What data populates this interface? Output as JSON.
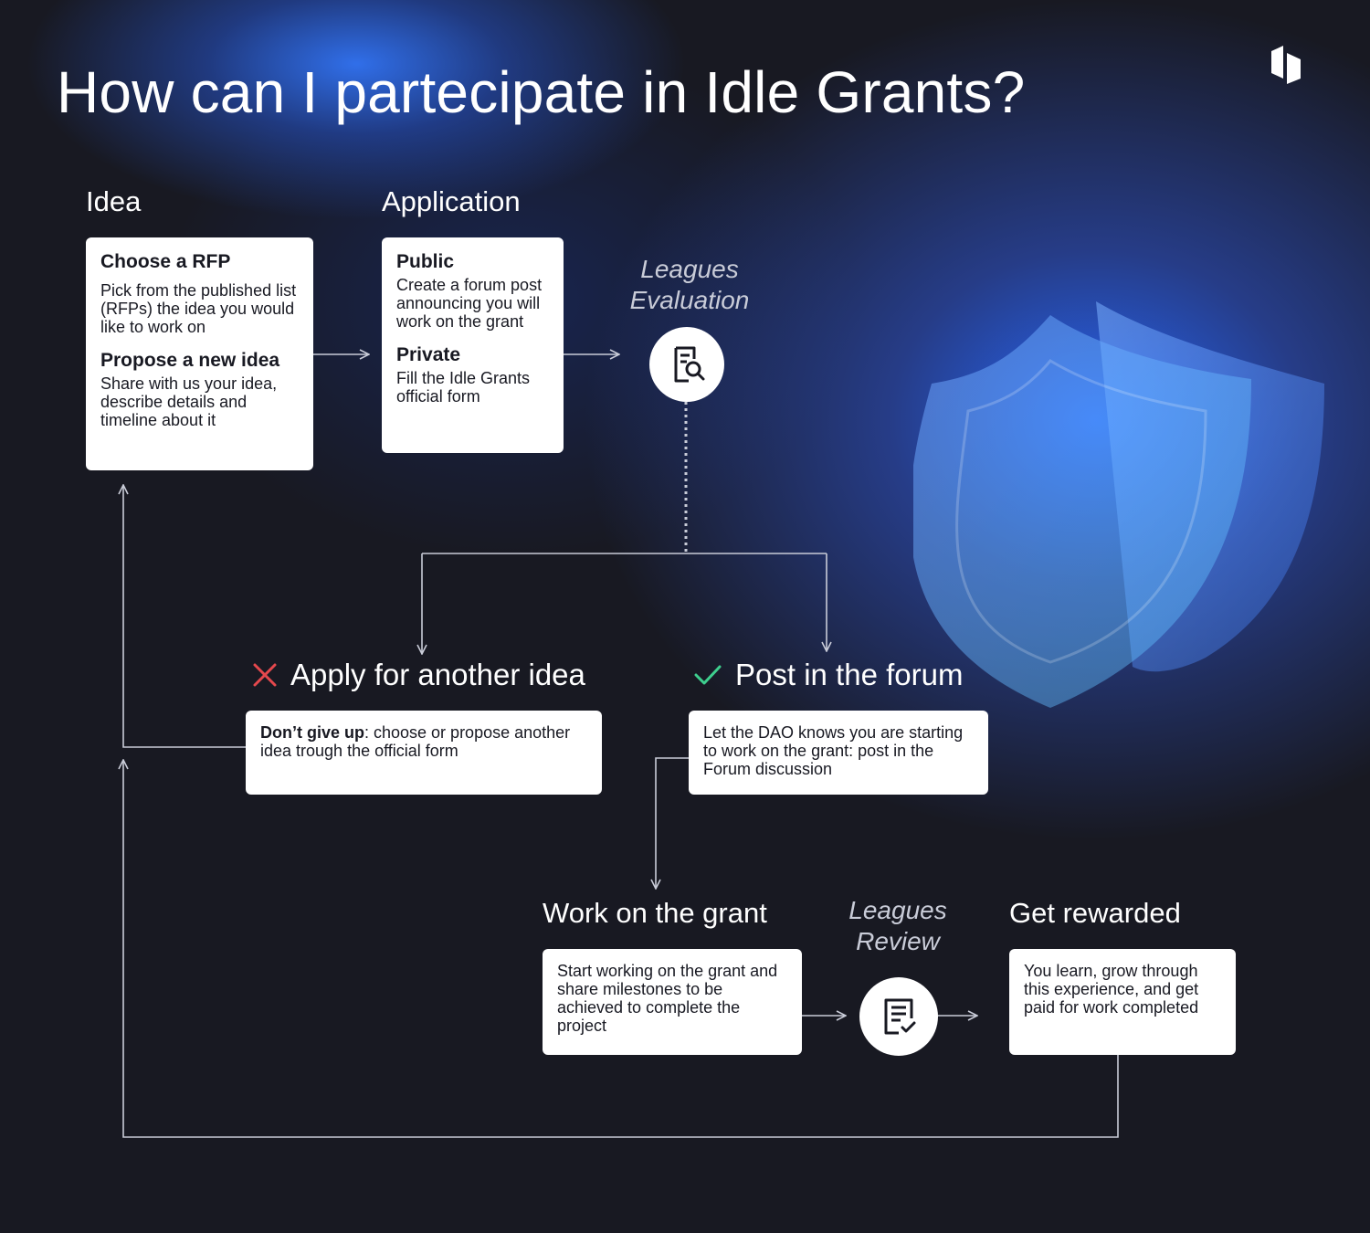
{
  "title": "How can I partecipate in Idle Grants?",
  "logo": {
    "icon": "idle-logo-icon"
  },
  "idea": {
    "heading": "Idea",
    "option1_title": "Choose a RFP",
    "option1_text": "Pick from the published list (RFPs) the idea you would like to work on",
    "option2_title": "Propose a new idea",
    "option2_text": "Share with us your idea, describe details and timeline about it"
  },
  "application": {
    "heading": "Application",
    "option1_title": "Public",
    "option1_text": "Create a forum post announcing you will work on the grant",
    "option2_title": "Private",
    "option2_text": "Fill the Idle Grants official form"
  },
  "evaluation": {
    "line1": "Leagues",
    "line2": "Evaluation",
    "icon": "document-search-icon"
  },
  "reject": {
    "icon": "x-icon",
    "icon_color": "#e5484d",
    "heading": "Apply for another idea",
    "text_bold": "Don’t give up",
    "text_rest": ": choose or propose another idea trough the official form"
  },
  "accept": {
    "icon": "check-icon",
    "icon_color": "#3ecf8e",
    "heading": "Post in the forum",
    "text": "Let the DAO knows you are starting to work on the grant: post in the Forum discussion"
  },
  "work": {
    "heading": "Work on the grant",
    "text": "Start working on the grant and share milestones to be achieved to complete the project"
  },
  "review": {
    "line1": "Leagues",
    "line2": "Review",
    "icon": "document-check-icon"
  },
  "reward": {
    "heading": "Get rewarded",
    "text": "You learn, grow through this experience, and get paid for work completed"
  },
  "colors": {
    "background": "#181922",
    "accent_blue": "#2f6bff",
    "card": "#ffffff",
    "line": "#c9ccd8"
  }
}
